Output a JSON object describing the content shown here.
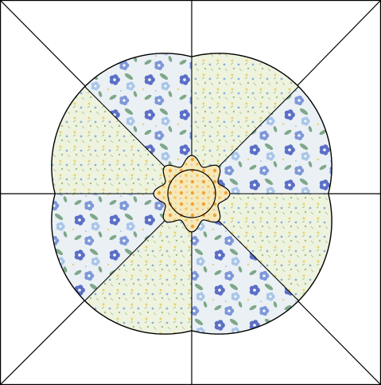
{
  "block": {
    "kind": "dresden-plate-quilt-block",
    "background_color": "#ffffff",
    "line_color": "#000000",
    "petal_count": 8,
    "petals": [
      {
        "fabric": "light-yellow-tiny-floral",
        "base_color": "#eef3df"
      },
      {
        "fabric": "blue-floral",
        "base_color": "#eaf0f4"
      },
      {
        "fabric": "light-yellow-tiny-floral",
        "base_color": "#eef3df"
      },
      {
        "fabric": "blue-floral",
        "base_color": "#eaf0f4"
      },
      {
        "fabric": "light-yellow-tiny-floral",
        "base_color": "#eef3df"
      },
      {
        "fabric": "blue-floral",
        "base_color": "#eaf0f4"
      },
      {
        "fabric": "light-yellow-tiny-floral",
        "base_color": "#eef3df"
      },
      {
        "fabric": "blue-floral",
        "base_color": "#eaf0f4"
      }
    ],
    "center": {
      "fabric": "orange-yellow-floral",
      "base_color": "#f6e9b8",
      "accent_color": "#f2a23a"
    },
    "flower_colors": {
      "blue_dark": "#5b6fc6",
      "blue_mid": "#7f98d9",
      "blue_light": "#a9c6e8",
      "leaf_green": "#7fa88a",
      "tiny_yellow": "#e8d36b",
      "tiny_blue": "#8bb0da",
      "tiny_green": "#9fbf86"
    }
  }
}
